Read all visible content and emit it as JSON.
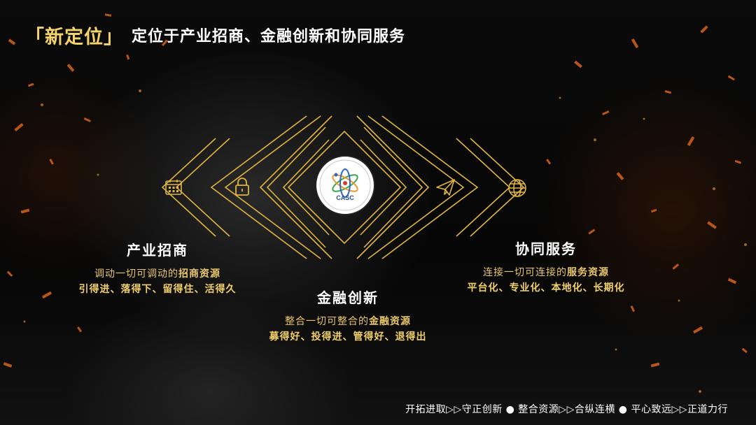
{
  "header": {
    "tag": "「新定位」",
    "headline": "定位于产业招商、金融创新和协同服务"
  },
  "logo": {
    "text": "CASC"
  },
  "icons": [
    "calendar-icon",
    "lock-icon",
    "paper-plane-icon",
    "globe-icon"
  ],
  "colors": {
    "accent": "#e0b640",
    "text_gold": "#e9c76a",
    "background": "#050505"
  },
  "blocks": [
    {
      "title": "产业招商",
      "line1_prefix": "调动一切可调动的",
      "line1_highlight": "招商资源",
      "line2": "引得进、落得下、留得住、活得久"
    },
    {
      "title": "金融创新",
      "line1_prefix": "整合一切可整合的",
      "line1_highlight": "金融资源",
      "line2": "募得好、投得进、管得好、退得出"
    },
    {
      "title": "协同服务",
      "line1_prefix": "连接一切可连接的",
      "line1_highlight": "服务资源",
      "line2": "平台化、专业化、本地化、长期化"
    }
  ],
  "footer": "开拓进取▷▷守正创新 ● 整合资源▷▷合纵连横 ● 平心致远▷▷正道力行"
}
